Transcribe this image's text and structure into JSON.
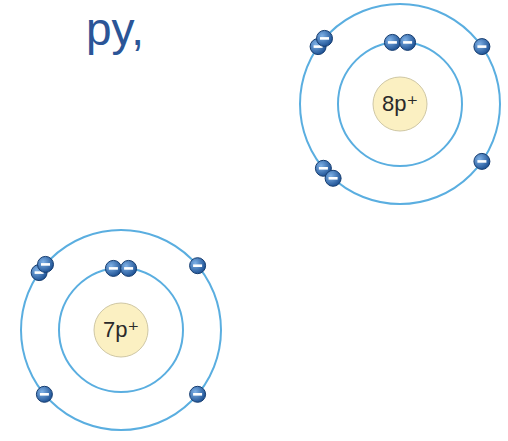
{
  "diagram": {
    "nodes": [
      {
        "text": [
          "8p⁺"
        ]
      },
      {
        "text": [
          "7p⁺"
        ]
      }
    ],
    "labels": [
      "py,"
    ]
  }
}
